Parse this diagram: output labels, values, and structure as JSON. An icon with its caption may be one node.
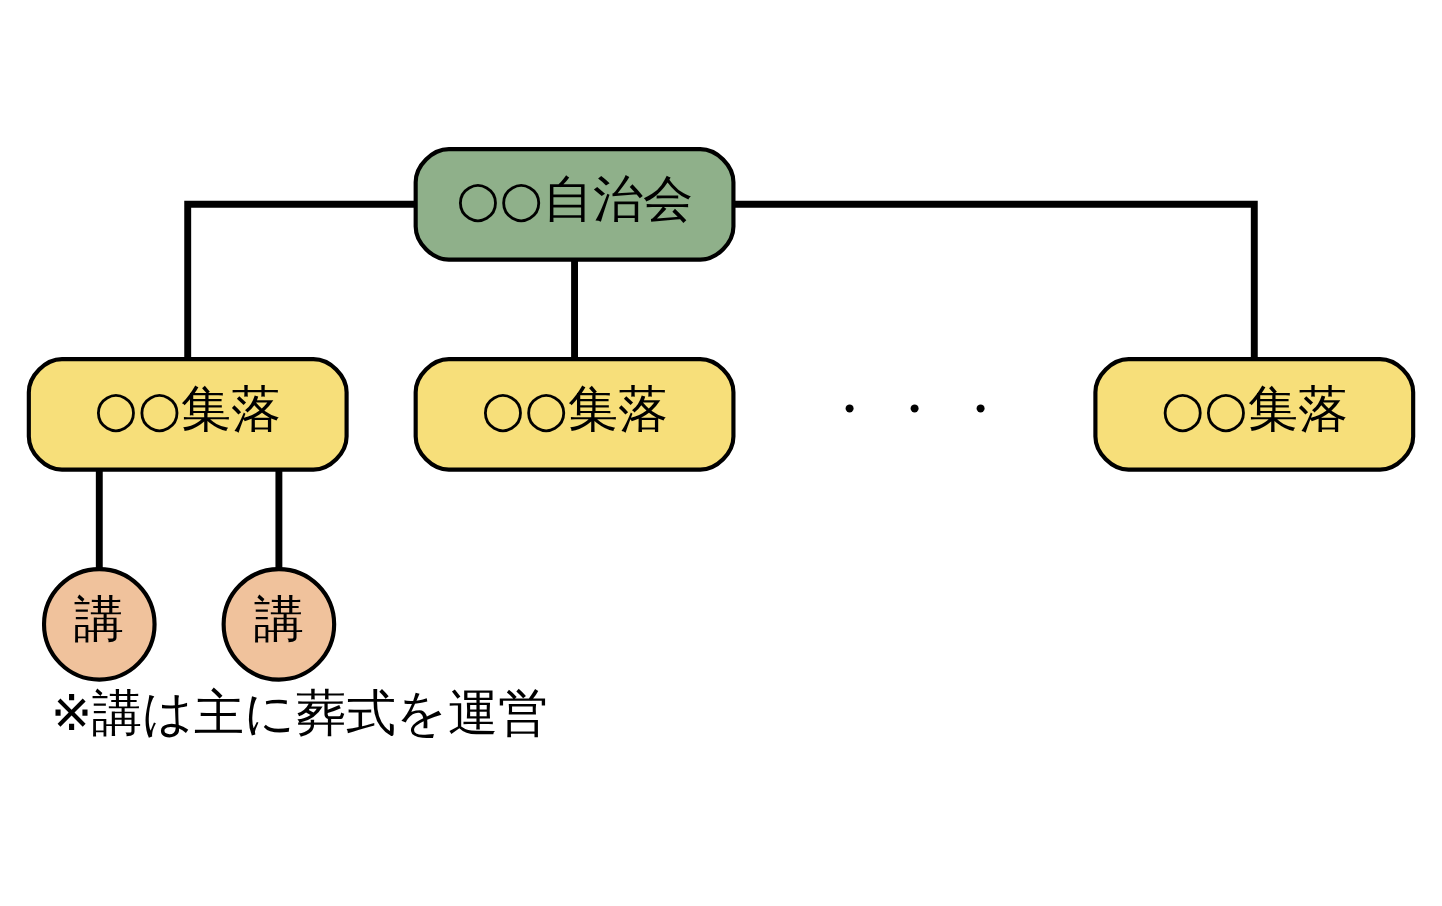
{
  "diagram": {
    "caption": "※講は主に葬式を運営",
    "nodes": [
      {
        "text": [
          "○○自治会"
        ]
      },
      {
        "text": [
          "○○集落"
        ]
      },
      {
        "text": [
          "○○集落"
        ]
      },
      {
        "text": [
          "○○集落"
        ]
      },
      {
        "text": [
          "講"
        ]
      },
      {
        "text": [
          "講"
        ]
      }
    ],
    "edges": [
      {
        "from": 0,
        "to": 1,
        "arrow": "none"
      },
      {
        "from": 0,
        "to": 2,
        "arrow": "none"
      },
      {
        "from": 0,
        "to": 3,
        "arrow": "none"
      },
      {
        "from": 1,
        "to": 4,
        "arrow": "none"
      },
      {
        "from": 1,
        "to": 5,
        "arrow": "none"
      }
    ],
    "labels": [
      "・ ・ ・"
    ]
  }
}
